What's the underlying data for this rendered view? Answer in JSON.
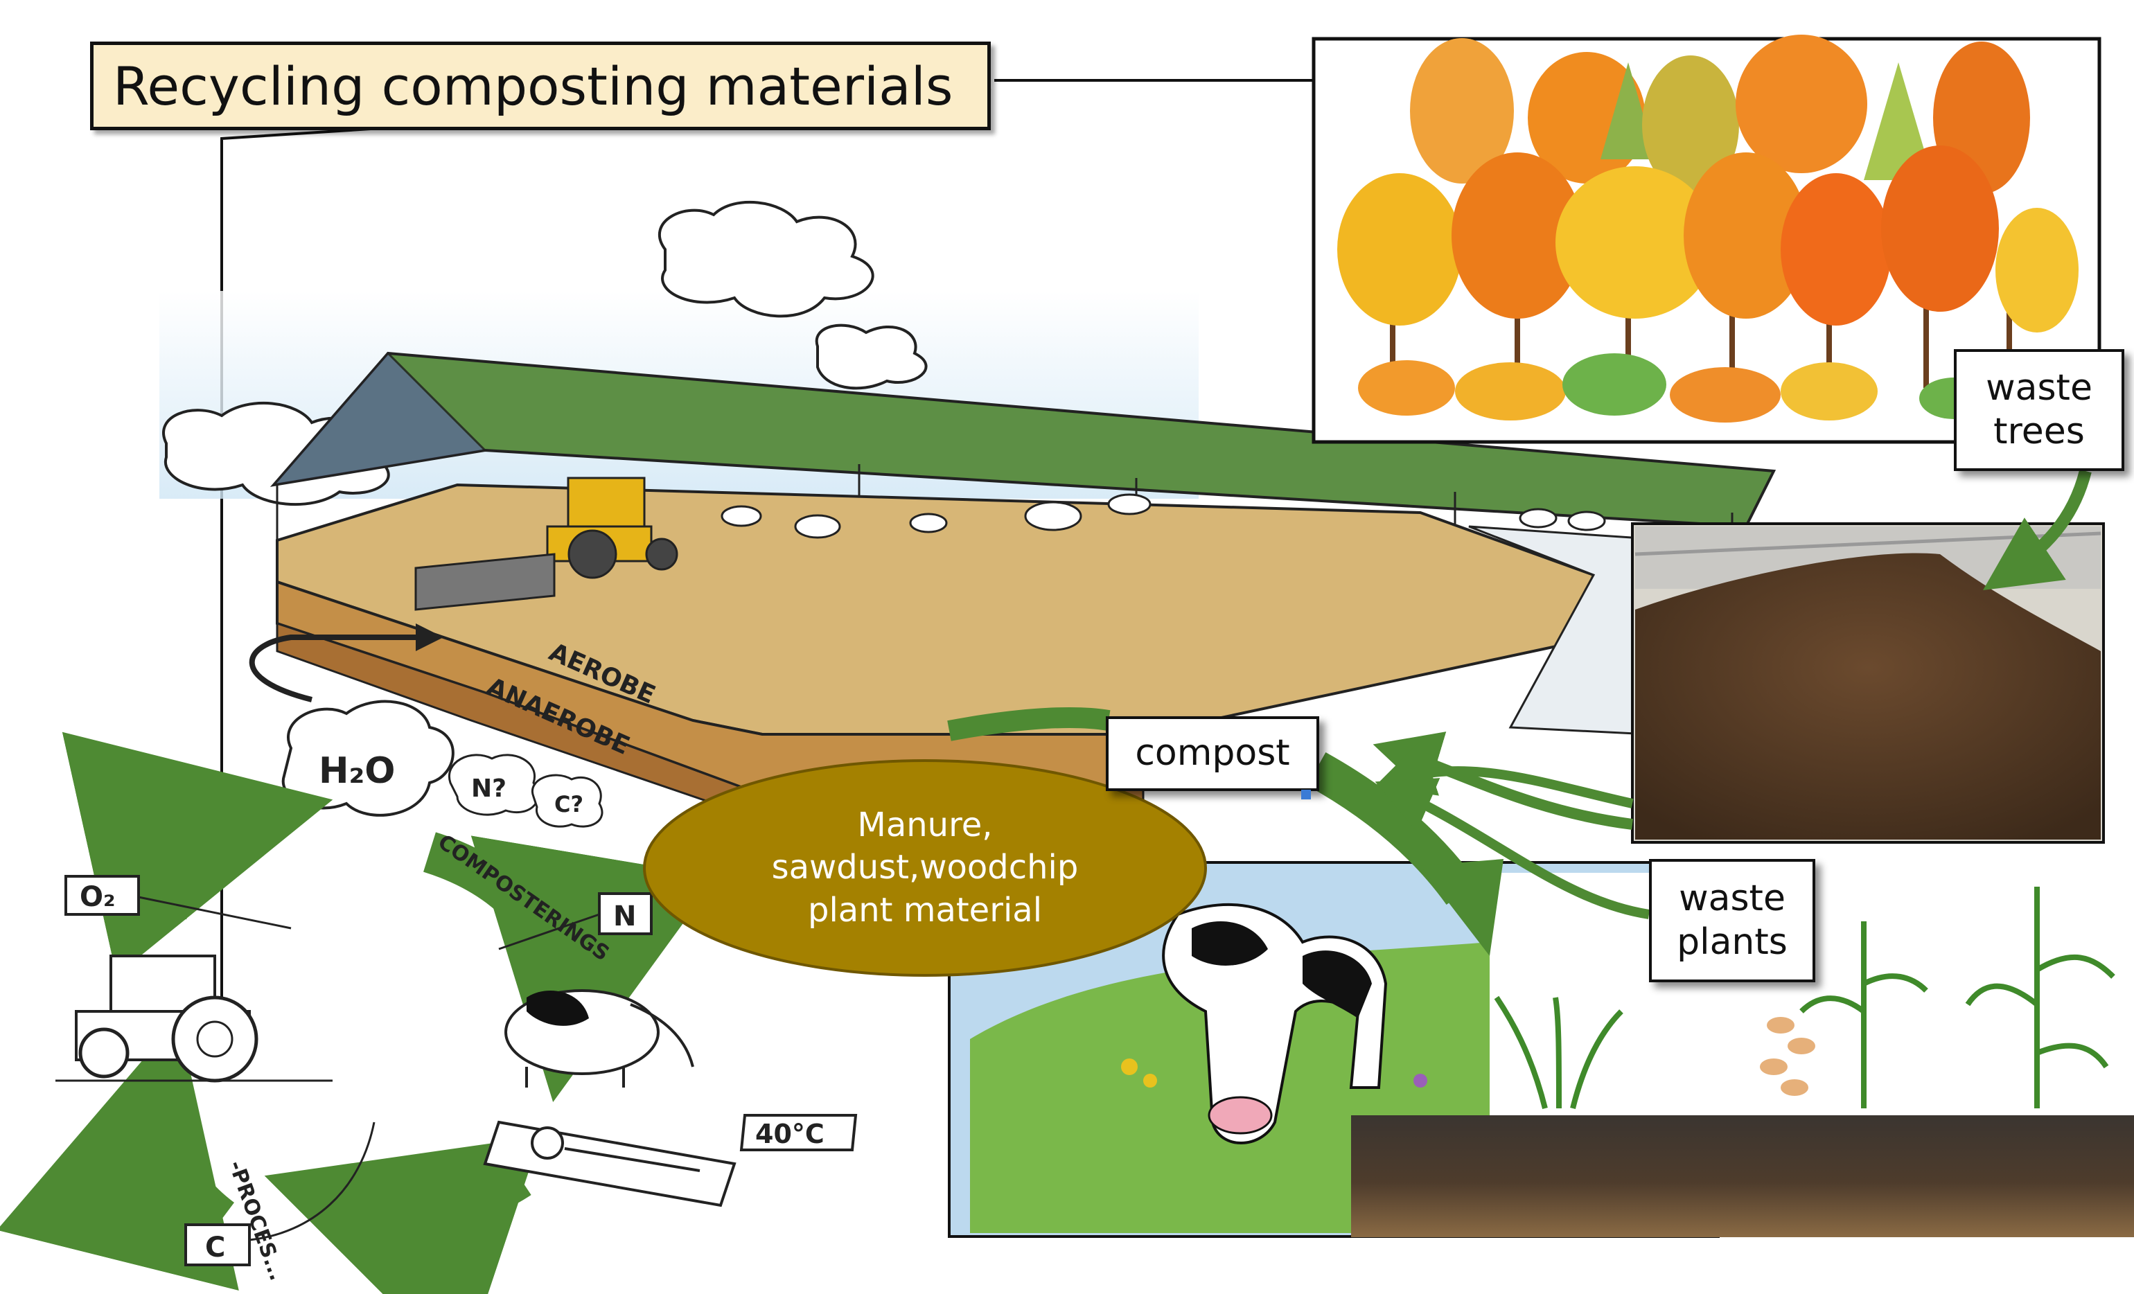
{
  "title": "Recycling composting materials",
  "center_label": {
    "lines": [
      "Manure,",
      "sawdust,woodchip",
      "plant material"
    ]
  },
  "labels": {
    "compost": "compost",
    "waste_trees": [
      "waste",
      "trees"
    ],
    "waste_plants": [
      "waste",
      "plants"
    ]
  },
  "sketch_text": {
    "aerobe": "AEROBE",
    "anaerobe": "ANAEROBE",
    "h2o": "H₂O",
    "n_question": "N?",
    "c_question": "C?",
    "o2": "O₂",
    "n": "N",
    "c": "C",
    "temperature": "40°C",
    "cycle_top": "COMPOSTERINGS",
    "cycle_bottom": "-PROCES..."
  },
  "colors": {
    "arrow_green": "#4e8a33",
    "roof_green": "#5d8f45",
    "bedding_tan": "#d7b676",
    "ellipse_gold": "#a48100",
    "title_bg": "#fbedc9",
    "compost_brown": "#4d3522"
  }
}
